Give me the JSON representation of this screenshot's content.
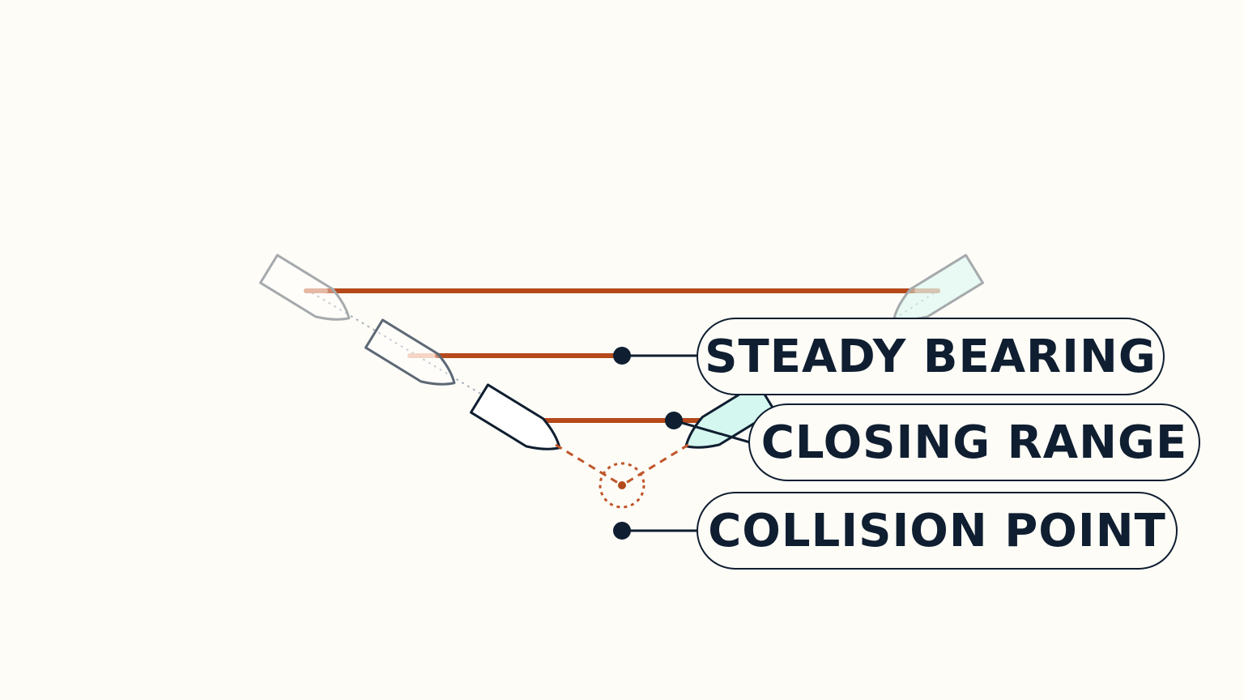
{
  "labels": {
    "steady_bearing": "STEADY BEARING",
    "closing_range": "CLOSING RANGE",
    "collision_point": "COLLISION POINT"
  },
  "colors": {
    "background": "#fdfcf7",
    "ink": "#0f1e30",
    "bearing_line": "#b5491a",
    "collision_marker": "#c0562a",
    "vessel_b_fill": "#d4f7ef",
    "ghost_hull": "#a6aaad"
  },
  "icons": {
    "vessel_a": "boat-hull-icon",
    "vessel_b": "boat-hull-icon",
    "collision": "target-circle-icon",
    "leader_dot": "dot-icon"
  }
}
